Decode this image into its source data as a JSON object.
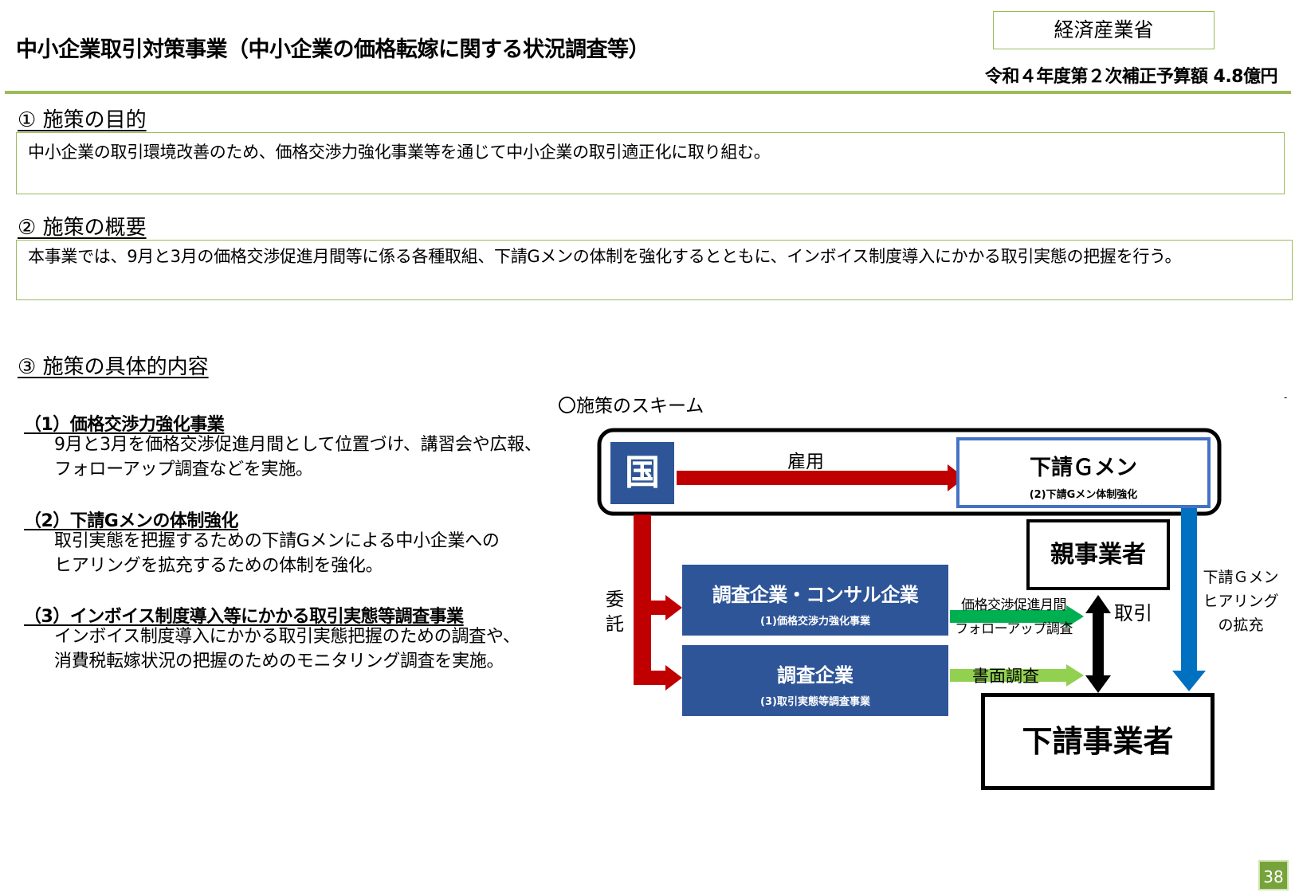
{
  "header": {
    "title": "中小企業取引対策事業（中小企業の価格転嫁に関する状況調査等）",
    "ministry": "経済産業省",
    "budget": "令和４年度第２次補正予算額 4.8億円"
  },
  "sections": {
    "purpose": {
      "heading": "①  施策の目的",
      "text": "中小企業の取引環境改善のため、価格交渉力強化事業等を通じて中小企業の取引適正化に取り組む。"
    },
    "overview": {
      "heading": "②  施策の概要",
      "text": "本事業では、9月と3月の価格交渉促進月間等に係る各種取組、下請Gメンの体制を強化するとともに、インボイス制度導入にかかる取引実態の把握を行う。"
    },
    "details": {
      "heading": "③  施策の具体的内容",
      "items": [
        {
          "heading": "（1）価格交渉力強化事業",
          "body": "9月と3月を価格交渉促進月間として位置づけ、講習会や広報、\nフォローアップ調査などを実施。"
        },
        {
          "heading": "（2）下請Gメンの体制強化",
          "body": "取引実態を把握するための下請Gメンによる中小企業への\nヒアリングを拡充するための体制を強化。"
        },
        {
          "heading": "（3）インボイス制度導入等にかかる取引実態等調査事業",
          "body": "インボイス制度導入にかかる取引実態把握のための調査や、\n消費税転嫁状況の把握のためのモニタリング調査を実施。"
        }
      ]
    }
  },
  "scheme": {
    "caption": "〇施策のスキーム",
    "stray_mark": "-",
    "kuni": "国",
    "koyo": "雇用",
    "gmen_title": "下請Ｇメン",
    "gmen_sub": "(2)下請Gメン体制強化",
    "itaku": "委\n託",
    "consul_title": "調査企業・コンサル企業",
    "consul_sub": "(1)価格交渉力強化事業",
    "survey_title": "調査企業",
    "survey_sub": "(3)取引実態等調査事業",
    "oya": "親事業者",
    "shita": "下請事業者",
    "torihiki": "取引",
    "followup": "価格交渉促進月間\nフォローアップ調査",
    "shomen": "書面調査",
    "hearing": "下請Ｇメン\nヒアリング\nの拡充",
    "colors": {
      "navy": "#2e5597",
      "red": "#c00000",
      "green_dark": "#00b050",
      "green_light": "#92d050",
      "blue_arrow": "#0070c0",
      "frame_blue": "#4472c4",
      "olive": "#9bbb59"
    }
  },
  "page_number": "38"
}
